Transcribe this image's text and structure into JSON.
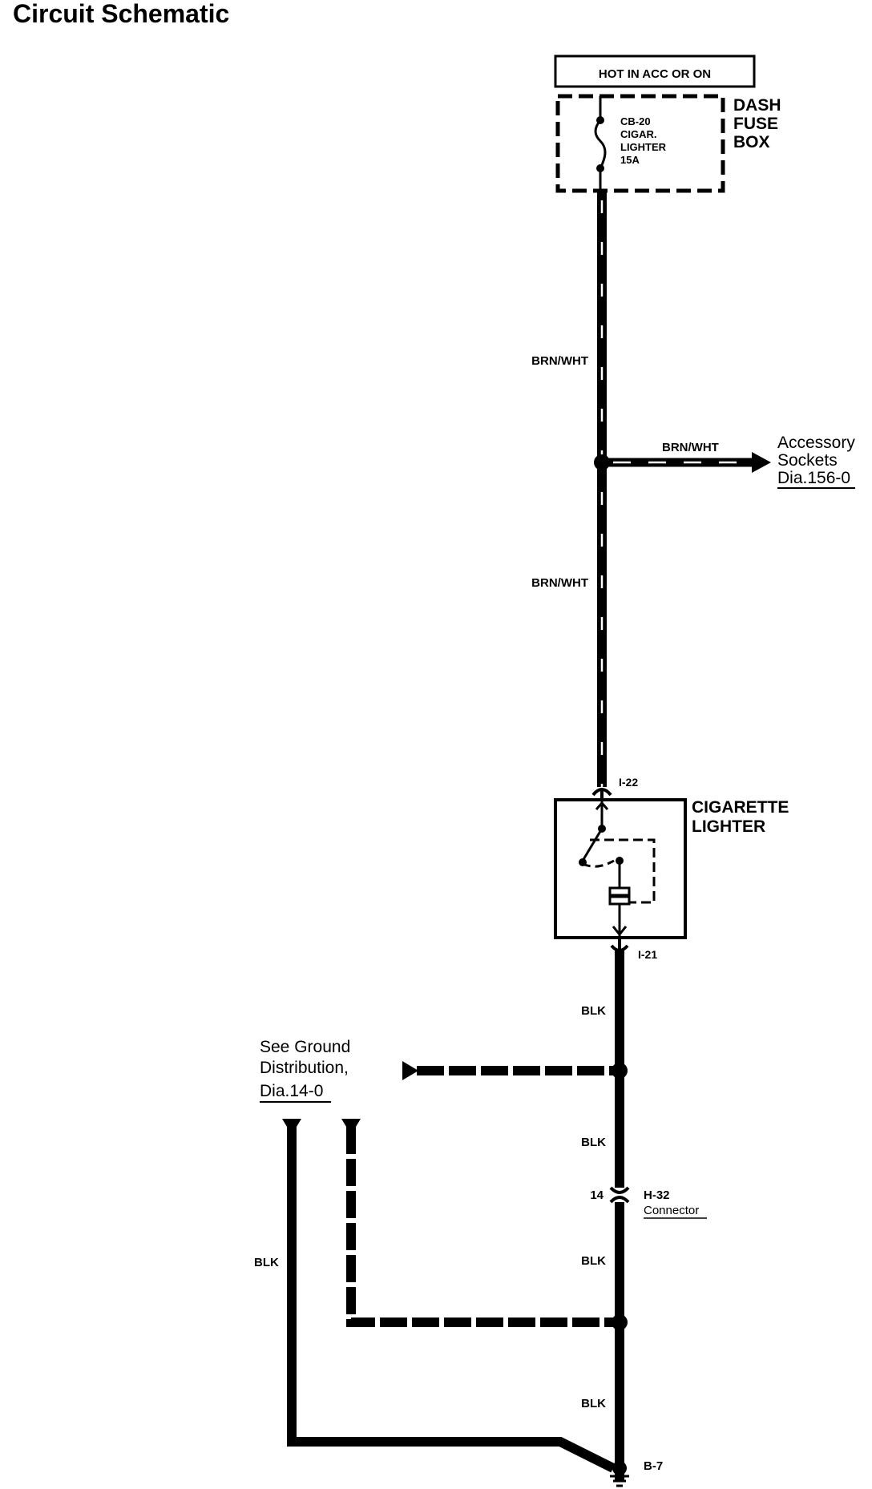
{
  "title": "Circuit Schematic",
  "power_label": "HOT IN ACC OR ON",
  "fuse_box": {
    "name_lines": [
      "DASH",
      "FUSE",
      "BOX"
    ],
    "fuse_lines": [
      "CB-20",
      "CIGAR.",
      "LIGHTER",
      "15A"
    ]
  },
  "wire_labels": {
    "brn_wht_upper": "BRN/WHT",
    "brn_wht_branch": "BRN/WHT",
    "brn_wht_lower": "BRN/WHT",
    "blk_1": "BLK",
    "blk_2": "BLK",
    "blk_3": "BLK",
    "blk_4": "BLK",
    "blk_left": "BLK"
  },
  "accessory_ref": {
    "line1": "Accessory",
    "line2": "Sockets",
    "ref": "Dia.156-0"
  },
  "component": {
    "name_lines": [
      "CIGARETTE",
      "LIGHTER"
    ],
    "pin_top": "I-22",
    "pin_bottom": "I-21"
  },
  "ground_ref": {
    "line1": "See Ground",
    "line2": "Distribution,",
    "ref": "Dia.14-0"
  },
  "connector": {
    "pin": "14",
    "name": "H-32",
    "label": "Connector"
  },
  "ground_point": "B-7"
}
